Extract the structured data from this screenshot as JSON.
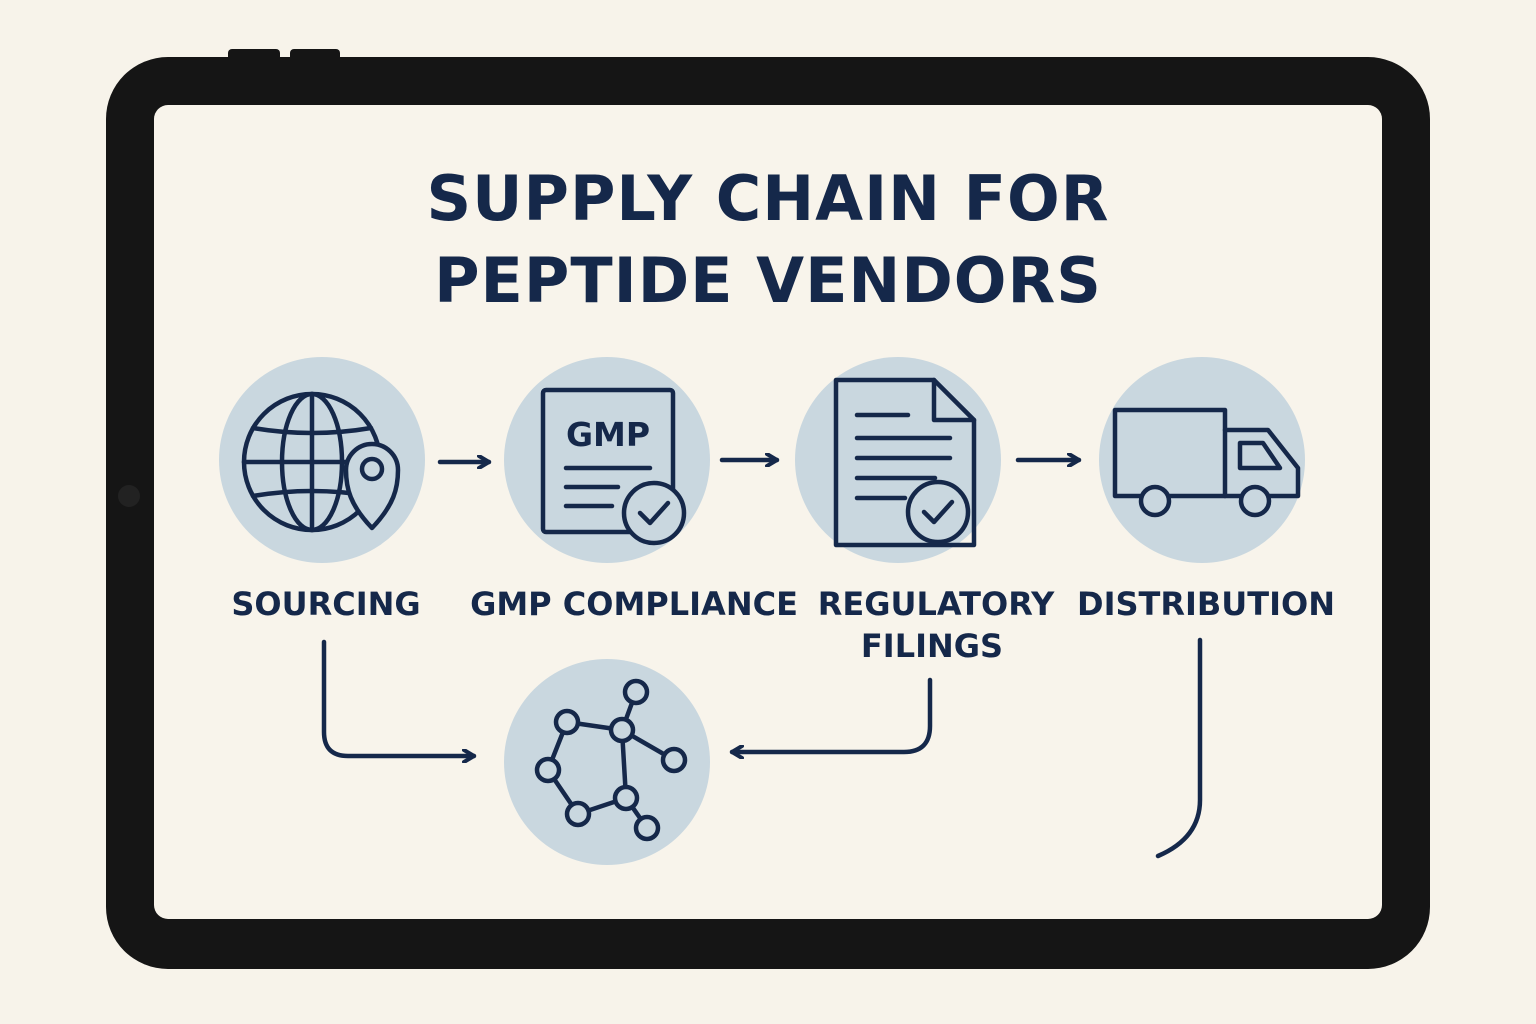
{
  "title": {
    "line1": "SUPPLY CHAIN FOR",
    "line2": "PEPTIDE VENDORS"
  },
  "stages": [
    {
      "label": "SOURCING",
      "icon": "globe-pin-icon"
    },
    {
      "label": "GMP COMPLIANCE",
      "icon": "gmp-document-check-icon",
      "icon_text": "GMP"
    },
    {
      "label_line1": "REGULATORY",
      "label_line2": "FILINGS",
      "icon": "document-check-icon"
    },
    {
      "label": "DISTRIBUTION",
      "icon": "truck-icon"
    }
  ],
  "hub": {
    "icon": "peptide-molecule-icon"
  },
  "colors": {
    "navy": "#15284a",
    "circle_fill": "#c9d7df",
    "screen": "#f8f4eb",
    "bezel": "#151515",
    "background": "#f7f3ea"
  }
}
